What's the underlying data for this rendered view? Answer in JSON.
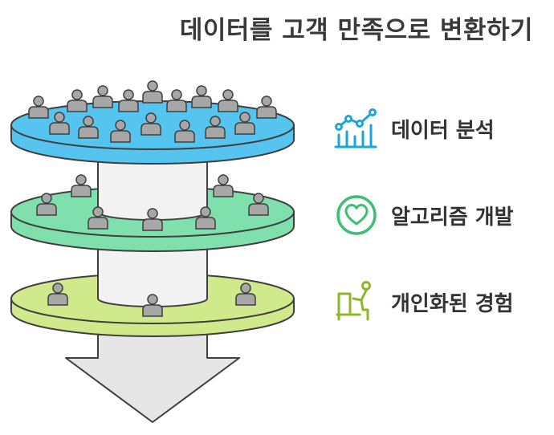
{
  "title": "데이터를 고객 만족으로 변환하기",
  "legend": [
    {
      "label": "데이터 분석",
      "icon": "chart-icon",
      "color": "#1aa6d8"
    },
    {
      "label": "알고리즘 개발",
      "icon": "heart-icon",
      "color": "#3dbf73"
    },
    {
      "label": "개인화된 경험",
      "icon": "person-at-desk-icon",
      "color": "#8cb92a"
    }
  ],
  "colors": {
    "top_disc": "#55c4ee",
    "middle_disc": "#7fe0ae",
    "bottom_disc": "#cfe98b",
    "column": "#f2f2f2",
    "arrow": "#e6e6e6",
    "outline": "#3f3f3f",
    "person": "#a7a7a7"
  }
}
